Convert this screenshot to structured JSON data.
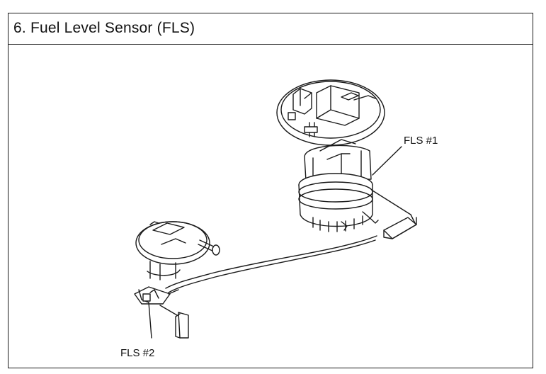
{
  "title": "6. Fuel Level Sensor (FLS)",
  "labels": {
    "fls1": "FLS #1",
    "fls2": "FLS #2"
  },
  "colors": {
    "line": "#1a1a1a",
    "background": "#ffffff"
  }
}
